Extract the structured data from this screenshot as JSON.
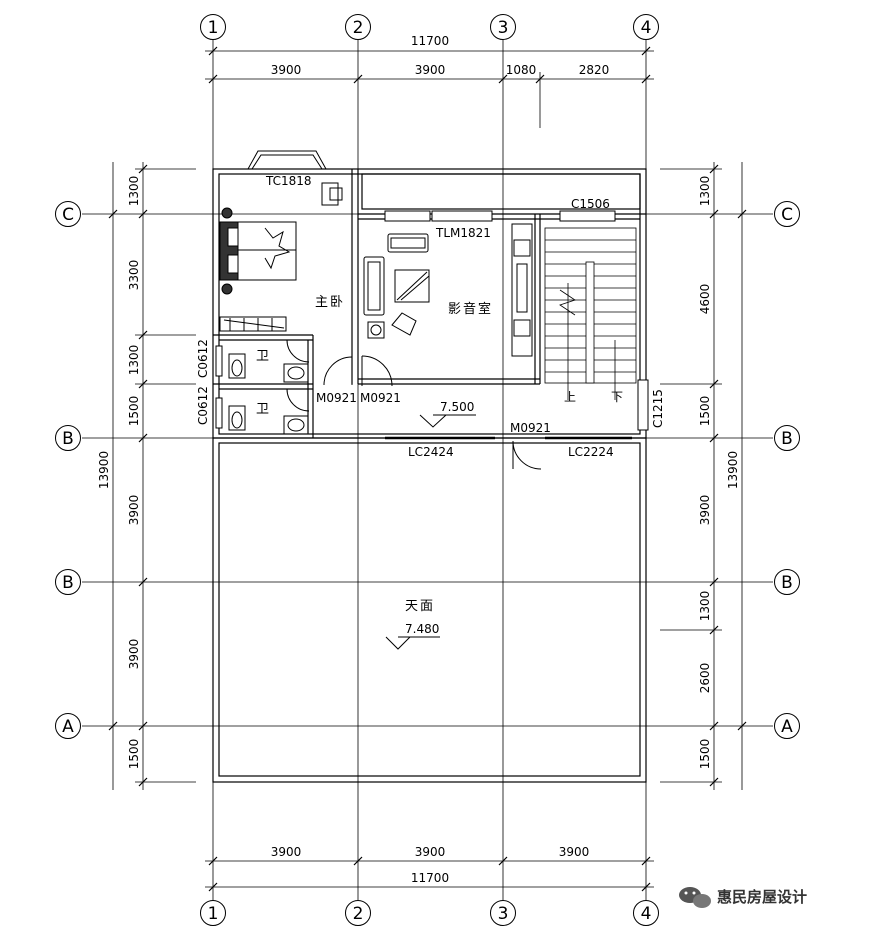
{
  "axes": {
    "top": [
      "1",
      "2",
      "3",
      "4"
    ],
    "bottom": [
      "1",
      "2",
      "3",
      "4"
    ],
    "left": [
      "C",
      "B",
      "B",
      "A"
    ],
    "right": [
      "C",
      "B",
      "B",
      "A"
    ]
  },
  "dims": {
    "top_total": "11700",
    "top_parts": [
      "3900",
      "3900",
      "1080",
      "2820"
    ],
    "bottom_parts": [
      "3900",
      "3900",
      "3900"
    ],
    "bottom_total": "11700",
    "left_parts": [
      "1300",
      "3300",
      "1300",
      "1500",
      "3900",
      "3900",
      "1500"
    ],
    "left_total": "13900",
    "right_parts": [
      "1300",
      "4600",
      "1500",
      "3900",
      "1300",
      "2600",
      "1500"
    ],
    "right_total": "13900"
  },
  "labels": {
    "tc1818": "TC1818",
    "tlm1821": "TLM1821",
    "c1506": "C1506",
    "c0612_a": "C0612",
    "c0612_b": "C0612",
    "c1215": "C1215",
    "m0921_a": "M0921",
    "m0921_b": "M0921",
    "m0921_c": "M0921",
    "lc2424": "LC2424",
    "lc2224": "LC2224",
    "elev_upper": "7.500",
    "elev_terrace": "7.480",
    "stair_up": "上",
    "stair_down": "下"
  },
  "rooms": {
    "master_bedroom": "主卧",
    "theater": "影音室",
    "bath_a": "卫",
    "bath_b": "卫",
    "terrace": "天面"
  },
  "watermark": "惠民房屋设计"
}
